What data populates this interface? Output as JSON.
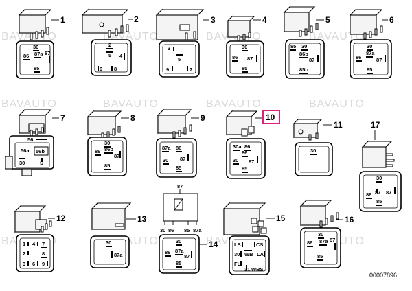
{
  "diagram": {
    "watermark": "BAVAUTO",
    "part_code": "00007896",
    "highlight_color": "#e0207a",
    "relays": [
      {
        "callout": "1",
        "pins": [
          "30",
          "86",
          "87a",
          "87",
          "85"
        ]
      },
      {
        "callout": "2",
        "pins": [
          "2",
          "5",
          "4",
          "9",
          "8"
        ]
      },
      {
        "callout": "3",
        "pins": [
          "3",
          "5",
          "9",
          "7"
        ]
      },
      {
        "callout": "4",
        "pins": [
          "30",
          "86",
          "87",
          "85"
        ]
      },
      {
        "callout": "5",
        "pins": [
          "85",
          "30",
          "86b",
          "87",
          "85b"
        ]
      },
      {
        "callout": "6",
        "pins": [
          "30",
          "86",
          "87a",
          "87",
          "85"
        ]
      },
      {
        "callout": "7",
        "pins": [
          "56",
          "56a",
          "56b",
          "30",
          "S"
        ]
      },
      {
        "callout": "8",
        "pins": [
          "30",
          "86",
          "86b",
          "87",
          "85"
        ]
      },
      {
        "callout": "9",
        "pins": [
          "87a",
          "86",
          "30",
          "87",
          "85"
        ]
      },
      {
        "callout": "10",
        "pins": [
          "30a",
          "86",
          "86",
          "30",
          "87",
          "85"
        ]
      },
      {
        "callout": "11",
        "pins": [
          "30"
        ]
      },
      {
        "callout": "17",
        "pins": [
          "30",
          "86",
          "87",
          "87",
          "85"
        ]
      },
      {
        "callout": "12",
        "pins": [
          "1",
          "4",
          "7",
          "2",
          "8",
          "3",
          "6",
          "9"
        ]
      },
      {
        "callout": "13",
        "pins": [
          "30",
          "87a"
        ]
      },
      {
        "callout": "14",
        "pins": [
          "30",
          "86",
          "87a",
          "87",
          "85"
        ]
      },
      {
        "callout": "15",
        "pins": [
          "LS",
          "CS",
          "30",
          "WB",
          "LA",
          "FL",
          "31",
          "WBS"
        ]
      },
      {
        "callout": "16",
        "pins": [
          "30",
          "86",
          "87a",
          "87",
          "85"
        ]
      }
    ],
    "schematic_pins": [
      "30",
      "86",
      "85",
      "87a"
    ],
    "schematic_pin87": "87"
  }
}
